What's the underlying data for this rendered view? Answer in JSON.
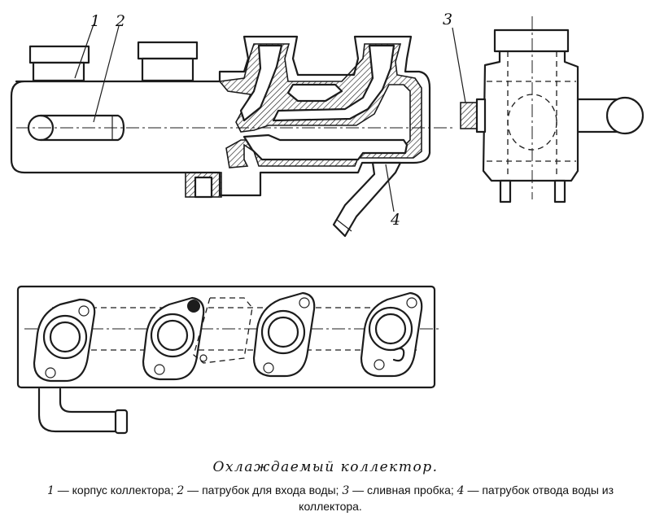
{
  "figure": {
    "callouts": [
      {
        "number": "1"
      },
      {
        "number": "2"
      },
      {
        "number": "3"
      },
      {
        "number": "4"
      }
    ],
    "caption_title": "Охлаждаемый коллектор.",
    "legend": [
      {
        "number": "1",
        "text": " — корпус коллектора; "
      },
      {
        "number": "2",
        "text": " — патрубок для входа воды; "
      },
      {
        "number": "3",
        "text": " — сливная пробка; "
      },
      {
        "number": "4",
        "text": " — патрубок отвода воды из коллектора."
      }
    ]
  }
}
